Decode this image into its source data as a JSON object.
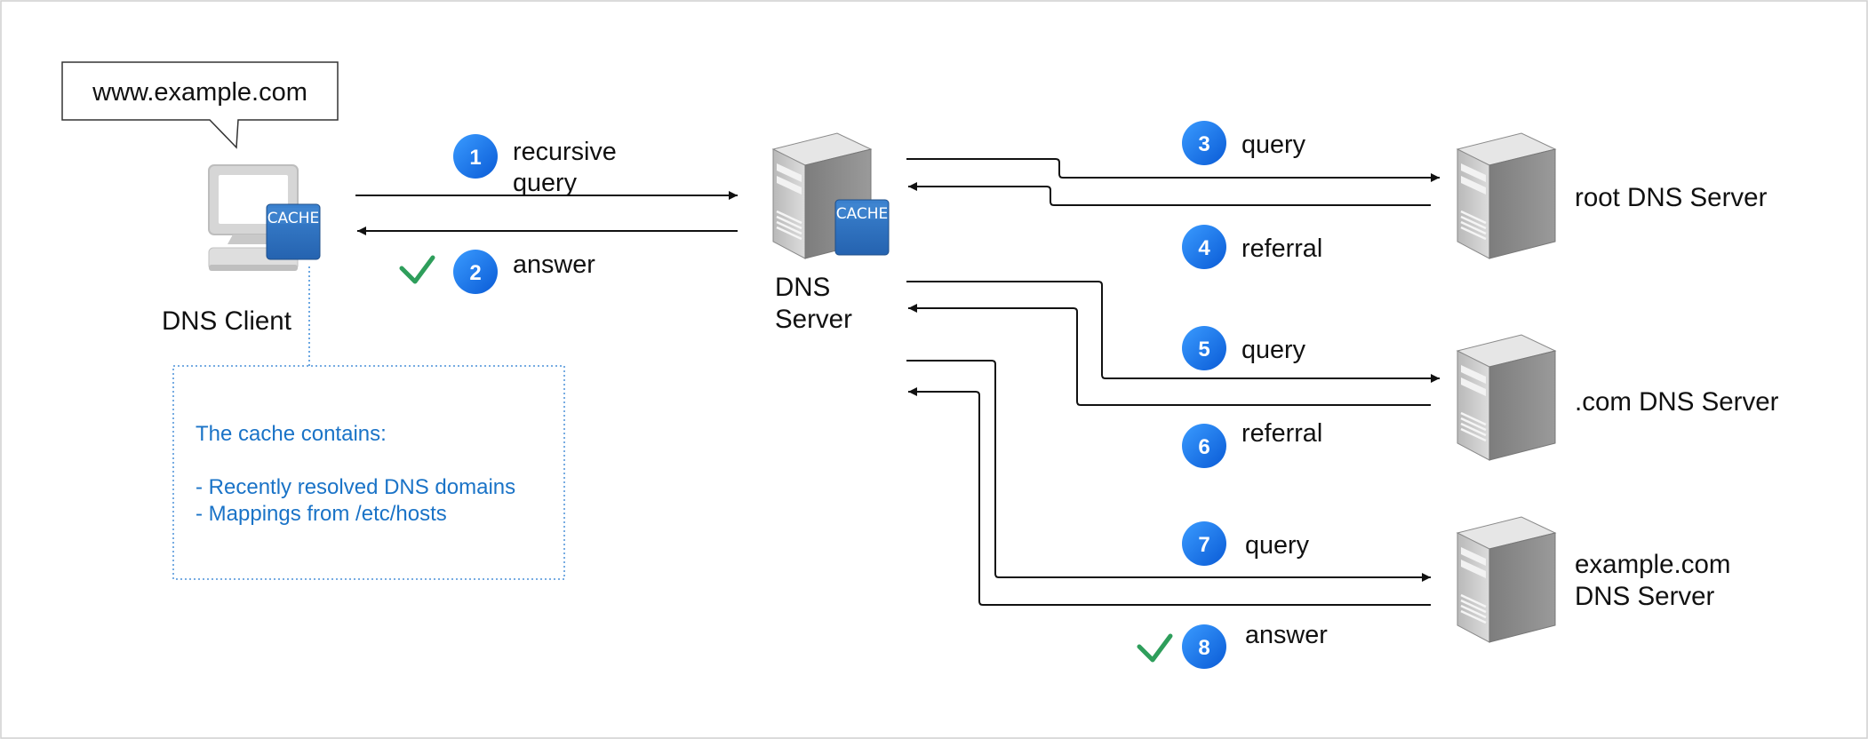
{
  "client": {
    "label": "DNS Client",
    "callout": "www.example.com",
    "cache_label": "CACHE"
  },
  "dns_server": {
    "label_line1": "DNS",
    "label_line2": "Server",
    "cache_label": "CACHE"
  },
  "servers": {
    "root": "root DNS Server",
    "com": ".com DNS Server",
    "example_line1": "example.com",
    "example_line2": "DNS Server"
  },
  "cache_note": {
    "title": "The cache contains:",
    "item1": "- Recently resolved DNS domains",
    "item2": "- Mappings from /etc/hosts"
  },
  "steps": [
    {
      "num": "1",
      "label_line1": "recursive",
      "label_line2": "query"
    },
    {
      "num": "2",
      "label": "answer"
    },
    {
      "num": "3",
      "label": "query"
    },
    {
      "num": "4",
      "label": "referral"
    },
    {
      "num": "5",
      "label": "query"
    },
    {
      "num": "6",
      "label": "referral"
    },
    {
      "num": "7",
      "label": "query"
    },
    {
      "num": "8",
      "label": "answer"
    }
  ],
  "colors": {
    "badge": "#1a73e8",
    "check": "#2e9e5b",
    "cache_badge": "#2f72c0",
    "note_text": "#1a73c7",
    "note_border": "#4a90d9"
  }
}
